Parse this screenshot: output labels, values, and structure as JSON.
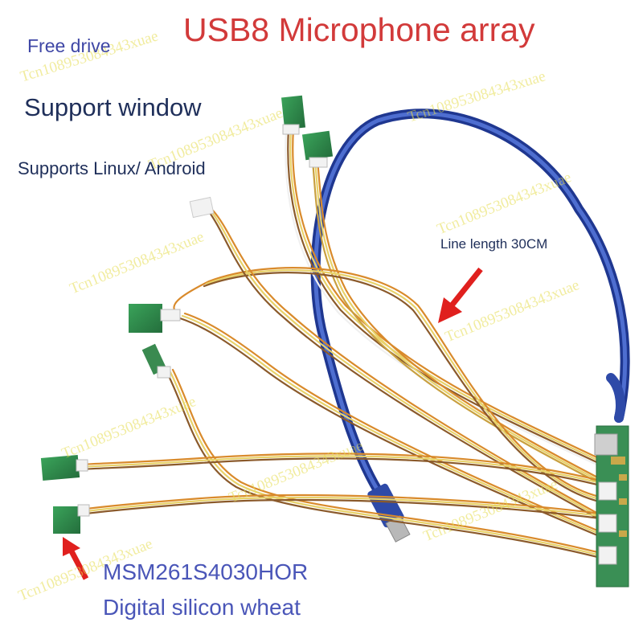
{
  "title": "USB8 Microphone array",
  "features": {
    "free_drive": "Free drive",
    "windows": "Support window",
    "linux": "Supports Linux/ Android"
  },
  "callouts": {
    "line_length": "Line length 30CM",
    "model": "MSM261S4030HOR",
    "description": "Digital silicon wheat"
  },
  "watermark_text": "Tcn108953084343xuae",
  "colors": {
    "title": "#d23a3a",
    "feature_text": "#1f2f5a",
    "free_drive_text": "#3f47a6",
    "model_text": "#4a56b8",
    "arrow": "#e0201e",
    "usb_cable": "#2e4aa8",
    "mic_board": "#2f8f4e",
    "watermark": "#e6dc50"
  }
}
